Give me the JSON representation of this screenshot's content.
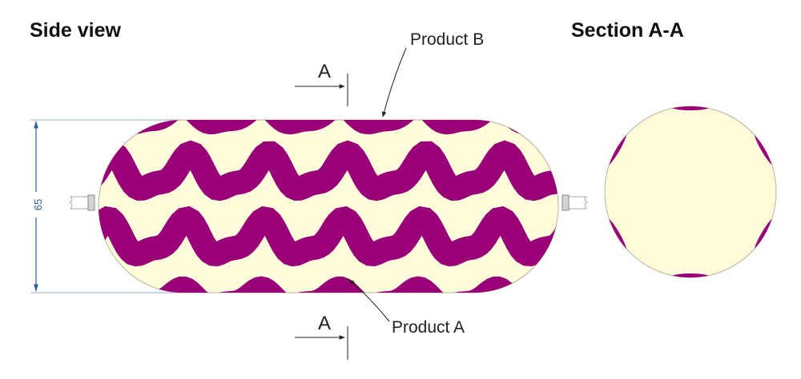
{
  "titles": {
    "side_view": "Side view",
    "section": "Section A-A"
  },
  "labels": {
    "product_a": "Product A",
    "product_b": "Product B",
    "section_mark_top": "A",
    "section_mark_bottom": "A"
  },
  "dimension": {
    "diameter": "65"
  },
  "colors": {
    "product_a": "#fffcdc",
    "product_b": "#990077",
    "dimension": "#2a5ea8",
    "outline": "#b8b49a"
  }
}
